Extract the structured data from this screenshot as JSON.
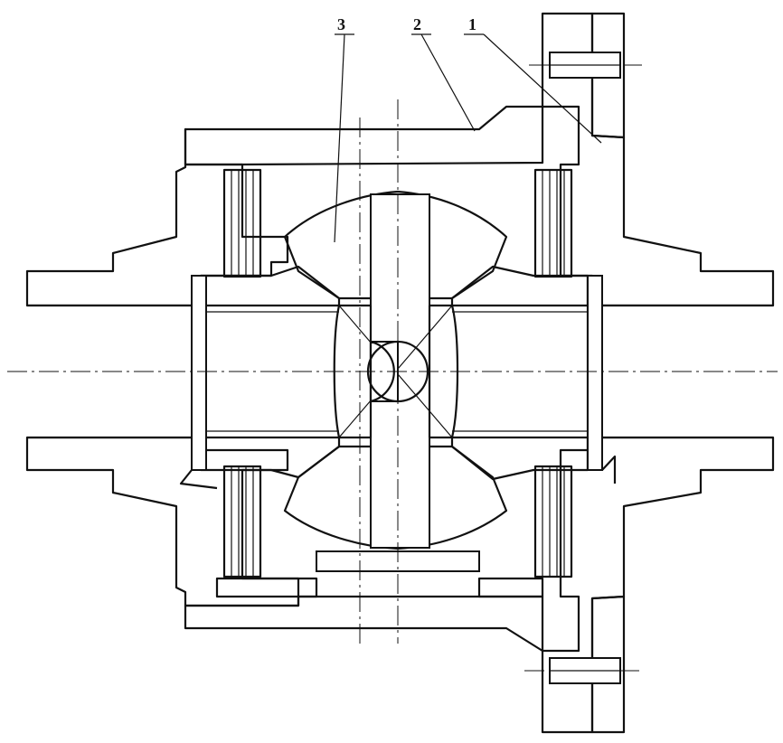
{
  "drawing": {
    "background": "#ffffff",
    "line_color": "#111111",
    "callouts": [
      {
        "id": "callout-1",
        "label": "1"
      },
      {
        "id": "callout-2",
        "label": "2"
      },
      {
        "id": "callout-3",
        "label": "3"
      }
    ]
  }
}
